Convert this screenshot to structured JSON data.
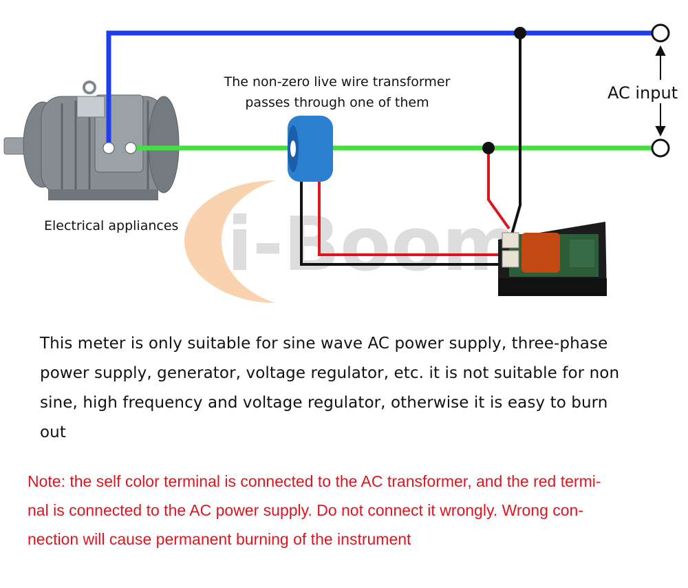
{
  "labels": {
    "transformer_line1": "The non-zero live wire transformer",
    "transformer_line2": "passes through one of them",
    "appliances": "Electrical appliances",
    "ac_input": "AC input",
    "watermark": "i-Boom"
  },
  "body_lines": [
    " This meter is only suitable for sine wave AC power supply, three-phase",
    "power supply, generator, voltage regulator, etc. it is not suitable for non",
    "sine, high frequency and voltage regulator, otherwise it is easy to burn",
    "out"
  ],
  "note_lines": [
    " Note: the self color terminal is connected to the AC transformer, and the red termi-",
    "nal is connected to the AC power supply. Do not connect it wrongly. Wrong con-",
    "nection will cause permanent burning of the instrument"
  ],
  "colors": {
    "live_wire": "#1e3ff0",
    "neutral_wire": "#44e040",
    "signal_red": "#e0141e",
    "signal_black": "#111111",
    "note_text": "#e0141e",
    "transformer": "#2b7fd0",
    "watermark_orange": "#f6c89a",
    "watermark_gray": "#d2d2d2"
  }
}
